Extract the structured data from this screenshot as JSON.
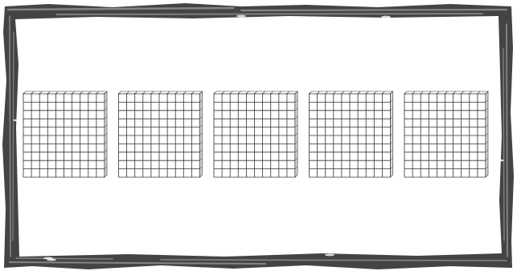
{
  "frame": {
    "color": "#444444",
    "style": "grunge-brush-border"
  },
  "blocks": {
    "count": 5,
    "type": "base-ten-hundred-flat",
    "rows": 10,
    "columns": 10,
    "line_color": "#333333"
  }
}
